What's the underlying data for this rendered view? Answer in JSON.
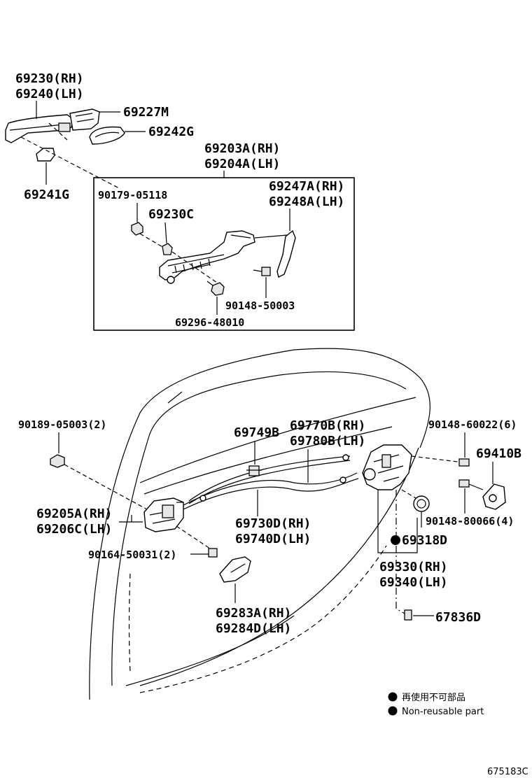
{
  "labels": {
    "p69230": "69230(RH)",
    "p69240": "69240(LH)",
    "p69227M": "69227M",
    "p69242G": "69242G",
    "p69241G": "69241G",
    "p69203A": "69203A(RH)",
    "p69204A": "69204A(LH)",
    "p90179": "90179-05118",
    "p69230C": "69230C",
    "p69247A": "69247A(RH)",
    "p69248A": "69248A(LH)",
    "p90148_50003": "90148-50003",
    "p69296": "69296-48010",
    "p90189": "90189-05003(2)",
    "p69749B": "69749B",
    "p69770B": "69770B(RH)",
    "p69780B": "69780B(LH)",
    "p90148_60022": "90148-60022(6)",
    "p69410B": "69410B",
    "p69205A": "69205A(RH)",
    "p69206C": "69206C(LH)",
    "p69730D": "69730D(RH)",
    "p69740D": "69740D(LH)",
    "p90148_80066": "90148-80066(4)",
    "p69318D": "69318D",
    "p90164": "90164-50031(2)",
    "p69330": "69330(RH)",
    "p69340": "69340(LH)",
    "p69283A": "69283A(RH)",
    "p69284D": "69284D(LH)",
    "p67836D": "67836D"
  },
  "legend": {
    "jp": "再使用不可部品",
    "en": "Non-reusable part"
  },
  "diagram_code": "675183C"
}
